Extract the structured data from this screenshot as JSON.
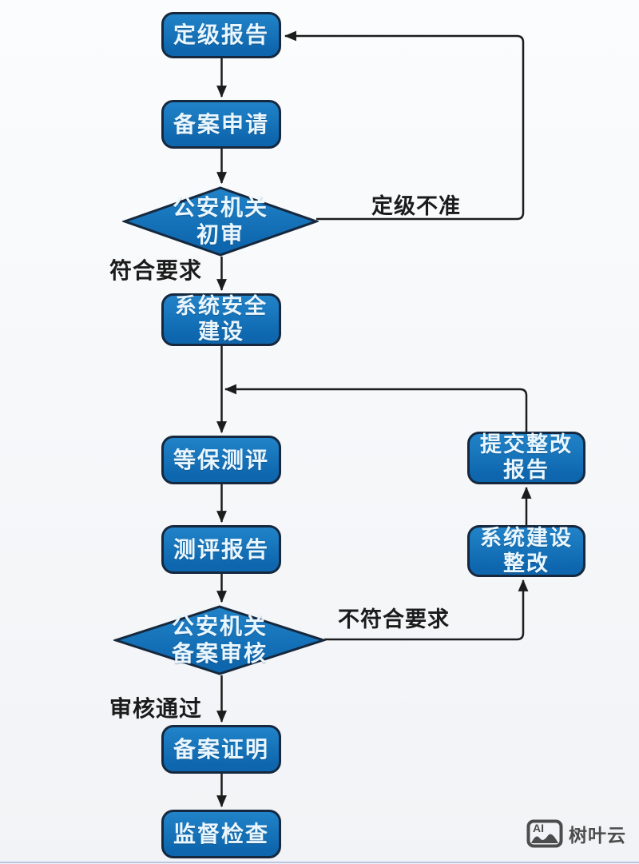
{
  "flowchart": {
    "nodes": {
      "grading_report": {
        "label": "定级报告"
      },
      "filing_application": {
        "label": "备案申请"
      },
      "police_initial_review": {
        "label": "公安机关\n初审"
      },
      "system_security_construction": {
        "label": "系统安全\n建设"
      },
      "level_protection_evaluation": {
        "label": "等保测评"
      },
      "evaluation_report": {
        "label": "测评报告"
      },
      "police_filing_review": {
        "label": "公安机关\n备案审核"
      },
      "filing_certificate": {
        "label": "备案证明"
      },
      "supervision_inspection": {
        "label": "监督检查"
      },
      "submit_rectification_report": {
        "label": "提交整改\n报告"
      },
      "system_construction_rectification": {
        "label": "系统建设\n整改"
      }
    },
    "edge_labels": {
      "grading_not_approved": "定级不准",
      "meets_requirements": "符合要求",
      "not_meets_requirements": "不符合要求",
      "review_passed": "审核通过"
    },
    "colors": {
      "node_fill_top": "#2183c9",
      "node_fill_bottom": "#0e67ae",
      "node_border": "#16283d",
      "node_text": "#e9f6fe",
      "line": "#1c1c1c",
      "label_text": "#1b1b1b",
      "bg_top": "#fbfcfd",
      "bg_bottom": "#f1f3f6",
      "bottom_strip": "#b9c7e2",
      "watermark": "#4c4c4c"
    }
  },
  "watermark": {
    "icon_text": "AI",
    "text": "树叶云"
  }
}
